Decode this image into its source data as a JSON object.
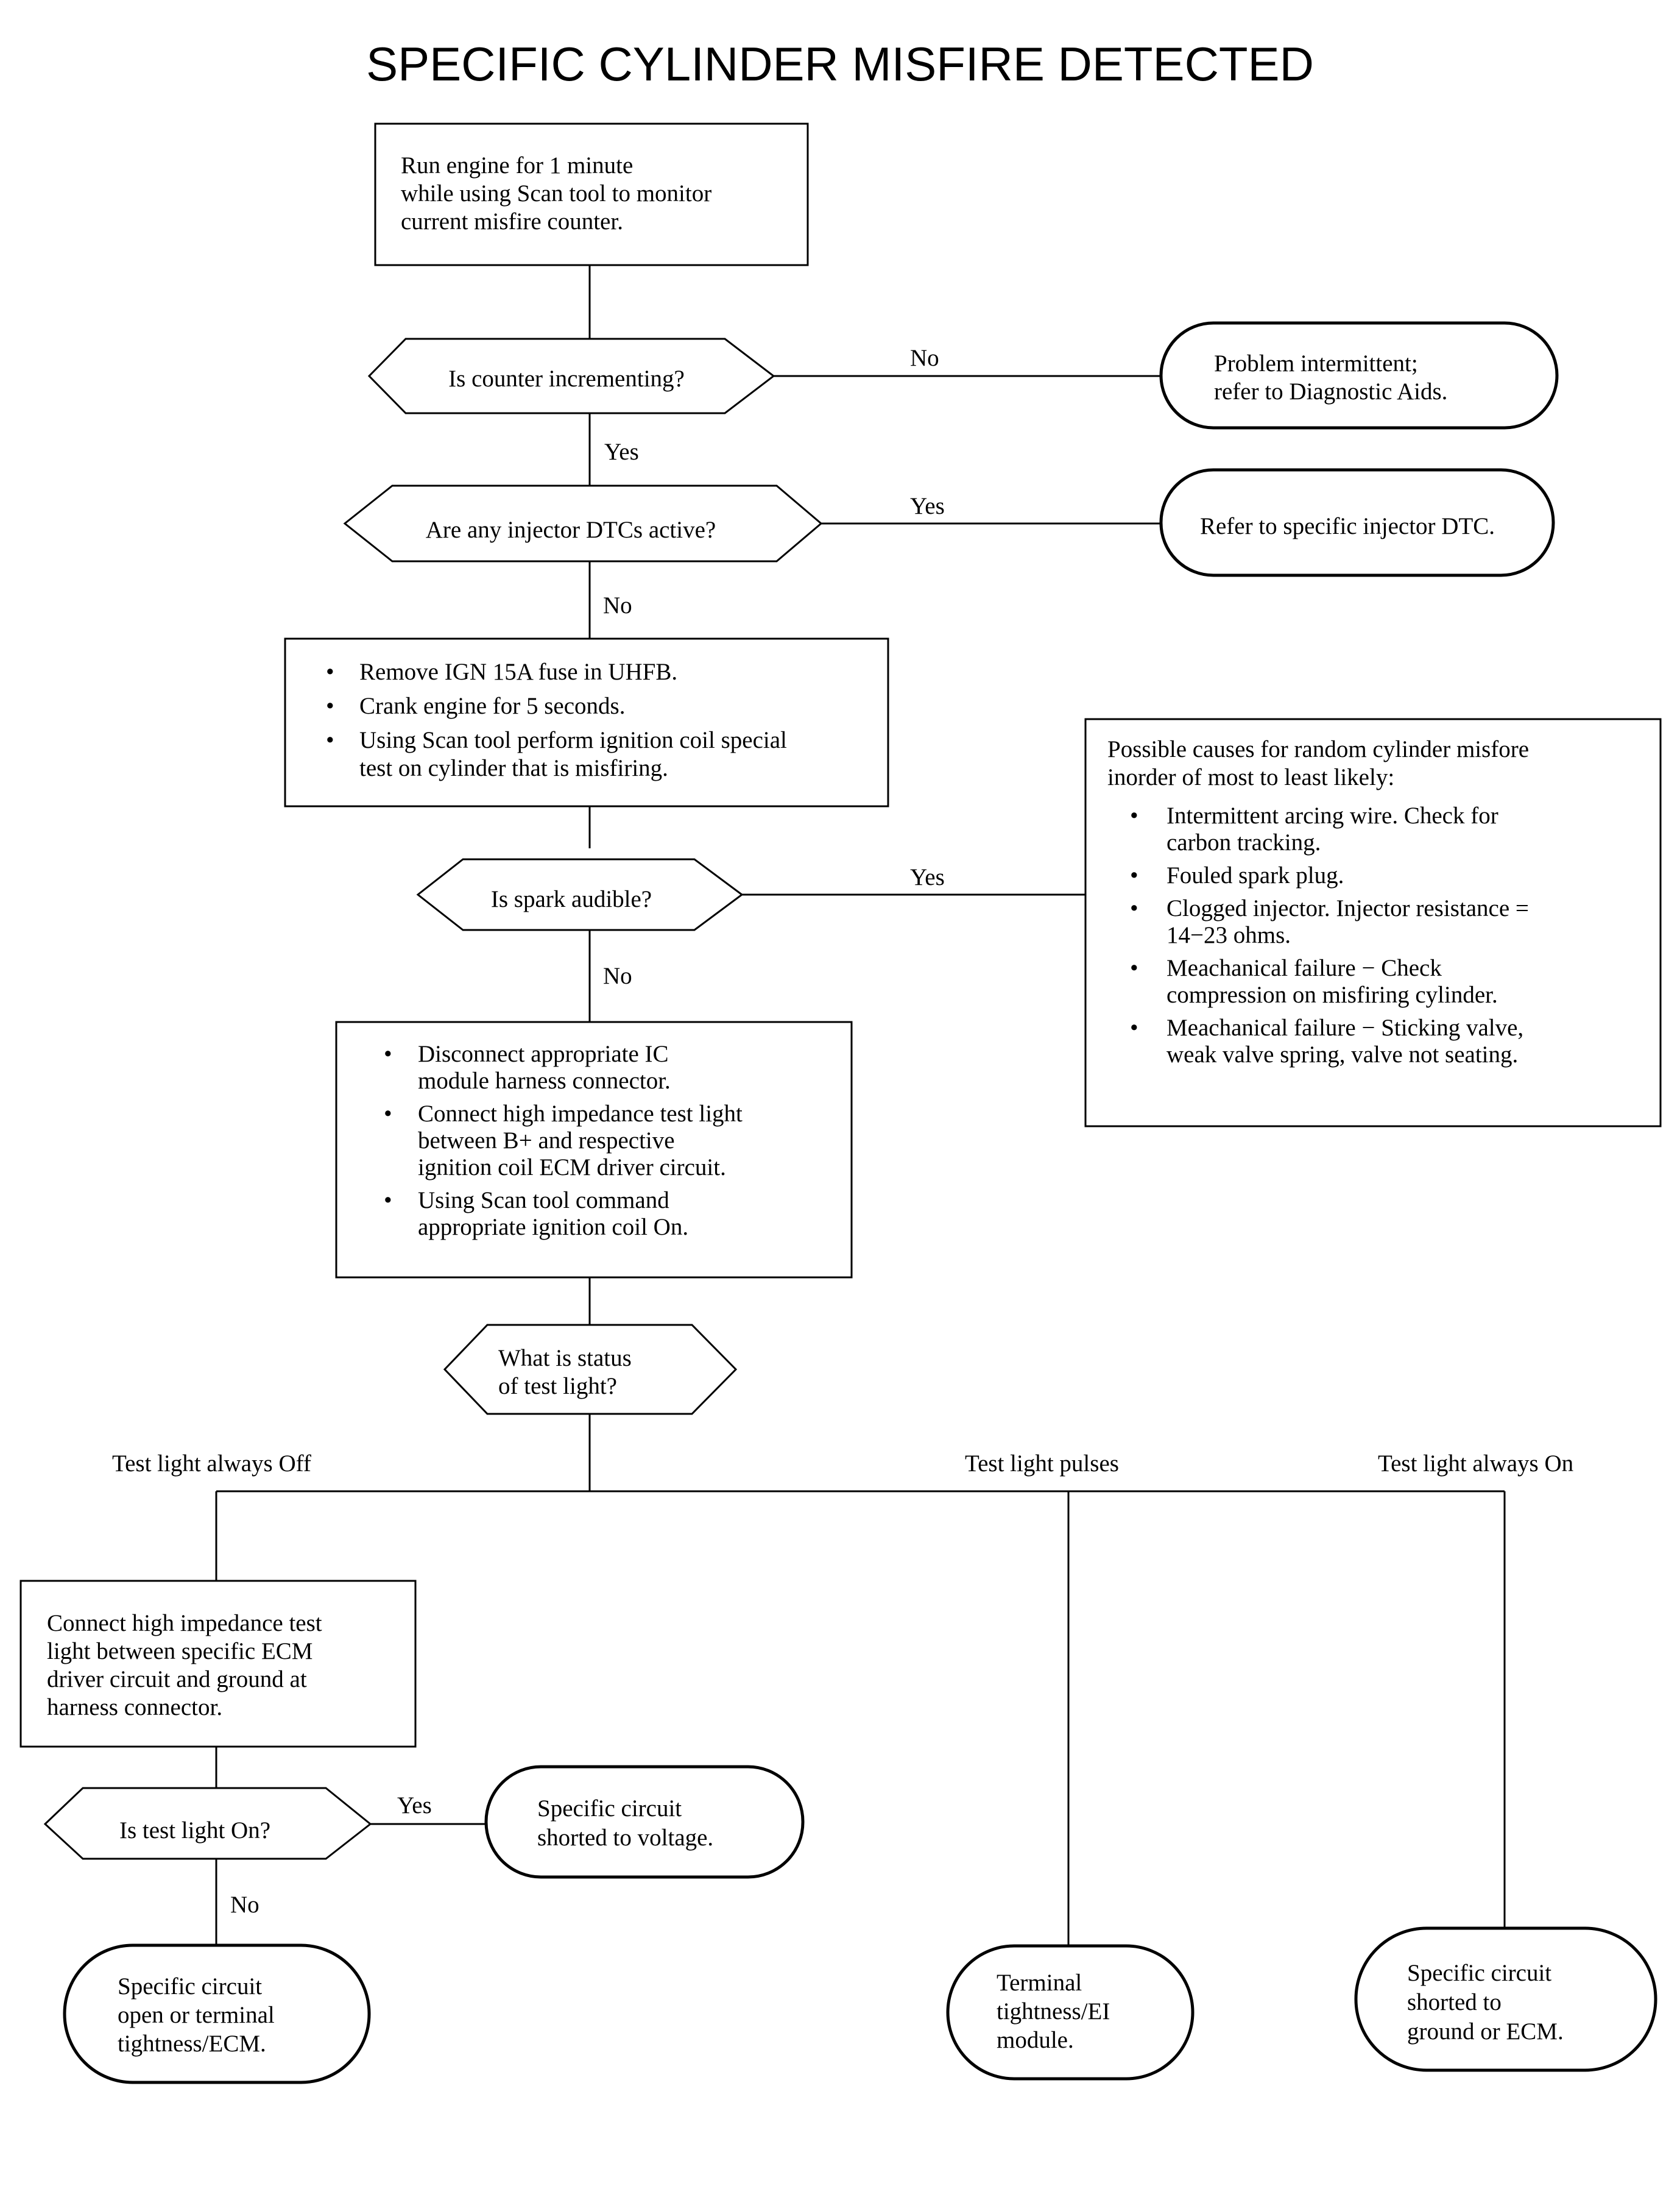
{
  "title": "SPECIFIC CYLINDER MISFIRE DETECTED",
  "nodes": {
    "start_box": [
      "Run engine for 1 minute",
      "while using Scan tool to monitor",
      "current misfire counter."
    ],
    "q_counter": [
      "Is counter incrementing?"
    ],
    "r_intermittent": [
      "Problem intermittent;",
      "refer to Diagnostic Aids."
    ],
    "q_injector_dtc": [
      "Are any injector DTCs active?"
    ],
    "r_injector_dtc": [
      "Refer to specific injector DTC."
    ],
    "box_remove_fuse": {
      "bullets": [
        [
          "Remove IGN 15A fuse in UHFB."
        ],
        [
          "Crank engine for 5 seconds."
        ],
        [
          "Using Scan tool perform ignition coil special",
          "test on cylinder that is misfiring."
        ]
      ]
    },
    "q_spark": [
      "Is spark audible?"
    ],
    "box_causes": {
      "intro": [
        "Possible causes for random cylinder misfore",
        "inorder of most to least likely:"
      ],
      "bullets": [
        [
          "Intermittent arcing wire. Check for",
          "carbon tracking."
        ],
        [
          "Fouled spark plug."
        ],
        [
          "Clogged injector. Injector resistance =",
          "14−23 ohms."
        ],
        [
          "Meachanical failure − Check",
          "compression on misfiring cylinder."
        ],
        [
          "Meachanical failure − Sticking valve,",
          "weak valve spring, valve not seating."
        ]
      ]
    },
    "box_disconnect": {
      "bullets": [
        [
          "Disconnect appropriate IC",
          "module harness connector."
        ],
        [
          "Connect high impedance test light",
          "between B+ and respective",
          "ignition coil ECM driver circuit."
        ],
        [
          "Using Scan tool command",
          "appropriate ignition coil On."
        ]
      ]
    },
    "q_status": [
      "What is status",
      "of test light?"
    ],
    "box_connect_ground": [
      "Connect high impedance test",
      "light between specific ECM",
      "driver circuit and ground at",
      "harness connector."
    ],
    "q_test_light_on": [
      "Is test light On?"
    ],
    "r_shorted_voltage": [
      "Specific circuit",
      "shorted to voltage."
    ],
    "r_open_circuit": [
      "Specific circuit",
      "open or terminal",
      "tightness/ECM."
    ],
    "r_terminal_tightness": [
      "Terminal",
      "tightness/EI",
      "module."
    ],
    "r_shorted_ground": [
      "Specific circuit",
      "shorted to",
      "ground or ECM."
    ]
  },
  "edge_labels": {
    "counter_no": "No",
    "counter_yes": "Yes",
    "injector_yes": "Yes",
    "injector_no": "No",
    "spark_yes": "Yes",
    "spark_no": "No",
    "light_always_off": "Test light always Off",
    "light_pulses": "Test light pulses",
    "light_always_on": "Test light always On",
    "light_on_yes": "Yes",
    "light_on_no": "No"
  },
  "bullet_char": "•"
}
